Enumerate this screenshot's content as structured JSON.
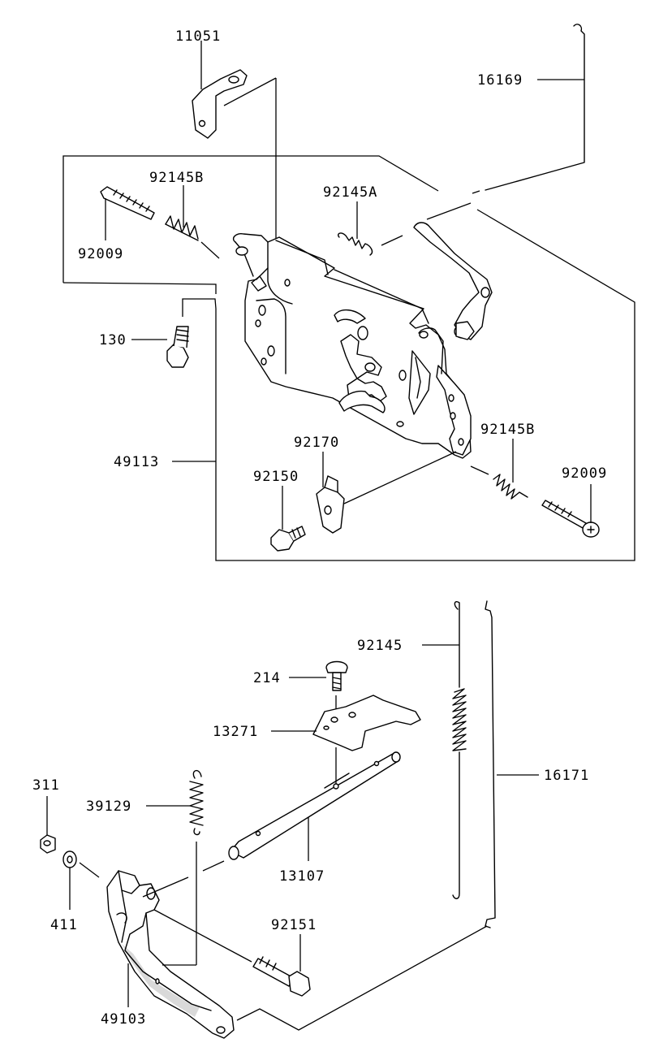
{
  "parts": {
    "p11051": "11051",
    "p16169": "16169",
    "p92145B_top": "92145B",
    "p92145A": "92145A",
    "p92009_left": "92009",
    "p130": "130",
    "p49113": "49113",
    "p92170": "92170",
    "p92145B_right": "92145B",
    "p92150": "92150",
    "p92009_right": "92009",
    "p92145": "92145",
    "p214": "214",
    "p13271": "13271",
    "p16171": "16171",
    "p311": "311",
    "p39129": "39129",
    "p13107": "13107",
    "p411": "411",
    "p92151": "92151",
    "p49103": "49103"
  }
}
